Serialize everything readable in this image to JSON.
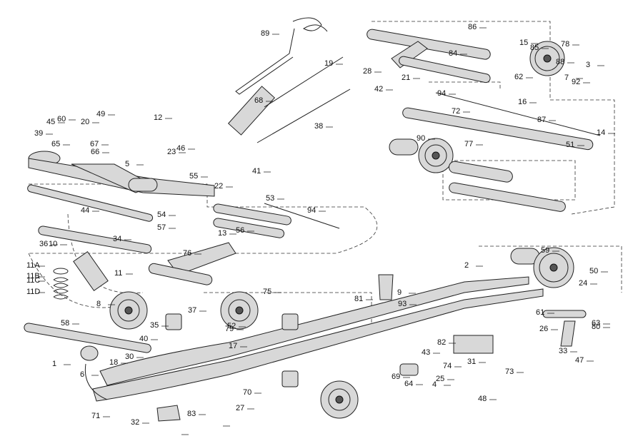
{
  "labels": [
    "89",
    "86",
    "15",
    "85",
    "78",
    "19",
    "28",
    "84",
    "88",
    "3",
    "7",
    "92",
    "21",
    "62",
    "94",
    "16",
    "72",
    "68",
    "42",
    "38",
    "87",
    "14",
    "51",
    "90",
    "77",
    "60",
    "49",
    "12",
    "45",
    "20",
    "39",
    "65",
    "67",
    "66",
    "5",
    "55",
    "22",
    "46",
    "23",
    "41",
    "44",
    "54",
    "53",
    "94",
    "57",
    "13",
    "36",
    "56",
    "34",
    "10",
    "76",
    "11A",
    "11B",
    "11C",
    "11D",
    "11",
    "59",
    "2",
    "50",
    "24",
    "8",
    "75",
    "35",
    "52",
    "37",
    "79",
    "9",
    "81",
    "93",
    "61",
    "26",
    "63",
    "80",
    "33",
    "47",
    "17",
    "82",
    "43",
    "74",
    "31",
    "73",
    "58",
    "40",
    "1",
    "30",
    "18",
    "6",
    "4",
    "69",
    "64",
    "25",
    "48",
    "70",
    "83",
    "27",
    "71",
    "32"
  ]
}
